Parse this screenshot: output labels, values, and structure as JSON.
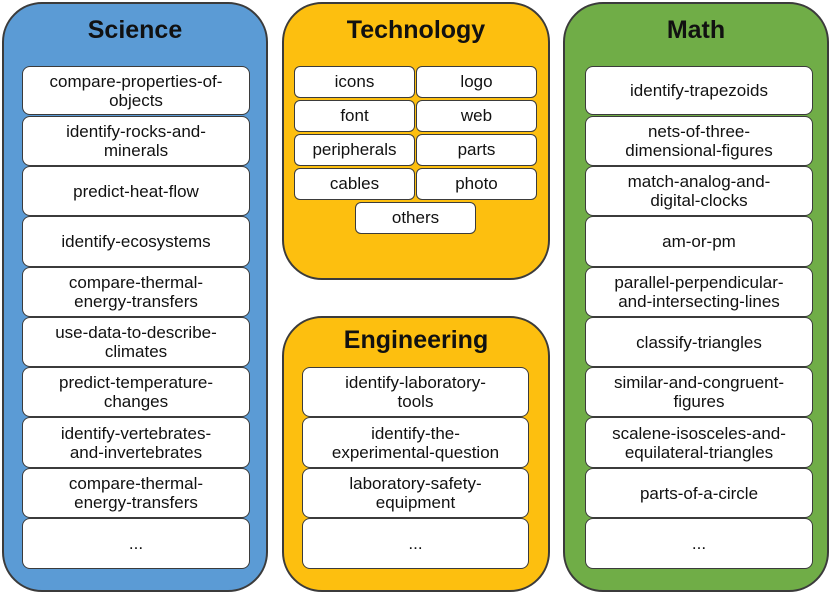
{
  "colors": {
    "science": "#5b9bd5",
    "technology": "#fdbf0f",
    "engineering": "#fdbf0f",
    "math": "#70ad47"
  },
  "science": {
    "title": "Science",
    "items": [
      "compare-properties-of-\nobjects",
      "identify-rocks-and-\nminerals",
      "predict-heat-flow",
      "identify-ecosystems",
      "compare-thermal-\nenergy-transfers",
      "use-data-to-describe-\nclimates",
      "predict-temperature-\nchanges",
      "identify-vertebrates-\nand-invertebrates",
      "compare-thermal-\nenergy-transfers",
      "..."
    ]
  },
  "technology": {
    "title": "Technology",
    "items": [
      "icons",
      "logo",
      "font",
      "web",
      "peripherals",
      "parts",
      "cables",
      "photo",
      "others"
    ]
  },
  "engineering": {
    "title": "Engineering",
    "items": [
      "identify-laboratory-\ntools",
      "identify-the-\nexperimental-question",
      "laboratory-safety-\nequipment",
      "..."
    ]
  },
  "math": {
    "title": "Math",
    "items": [
      "identify-trapezoids",
      "nets-of-three-\ndimensional-figures",
      "match-analog-and-\ndigital-clocks",
      "am-or-pm",
      "parallel-perpendicular-\nand-intersecting-lines",
      "classify-triangles",
      "similar-and-congruent-\nfigures",
      "scalene-isosceles-and-\nequilateral-triangles",
      "parts-of-a-circle",
      "..."
    ]
  }
}
